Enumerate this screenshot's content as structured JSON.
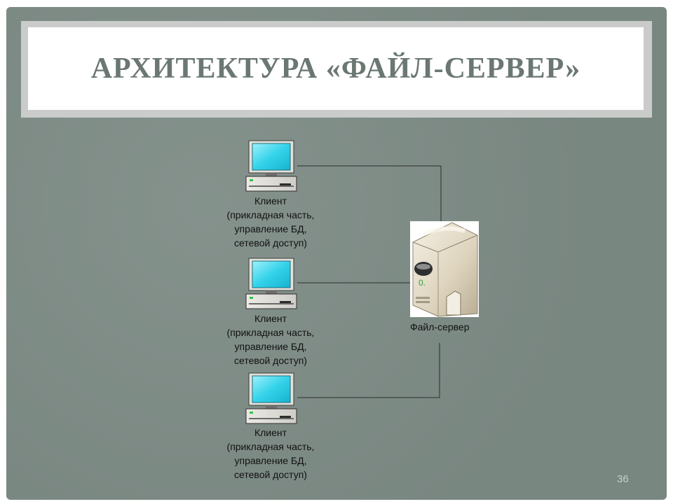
{
  "slide": {
    "title": "АРХИТЕКТУРА «ФАЙЛ-СЕРВЕР»",
    "page_number": "36"
  },
  "diagram": {
    "clients": [
      {
        "lines": [
          "Клиент",
          "(прикладная часть,",
          "управление БД,",
          "сетевой доступ)"
        ]
      },
      {
        "lines": [
          "Клиент",
          "(прикладная часть,",
          "управление БД,",
          "сетевой доступ)"
        ]
      },
      {
        "lines": [
          "Клиент",
          "(прикладная часть,",
          "управление БД,",
          "сетевой доступ)"
        ]
      }
    ],
    "server": {
      "label": "Файл-сервер",
      "badge": "0."
    }
  },
  "colors": {
    "background": "#7e8c86",
    "title_text": "#6b7771",
    "monitor_screen": "#35d3ea",
    "connector": "#2b2f2d"
  }
}
